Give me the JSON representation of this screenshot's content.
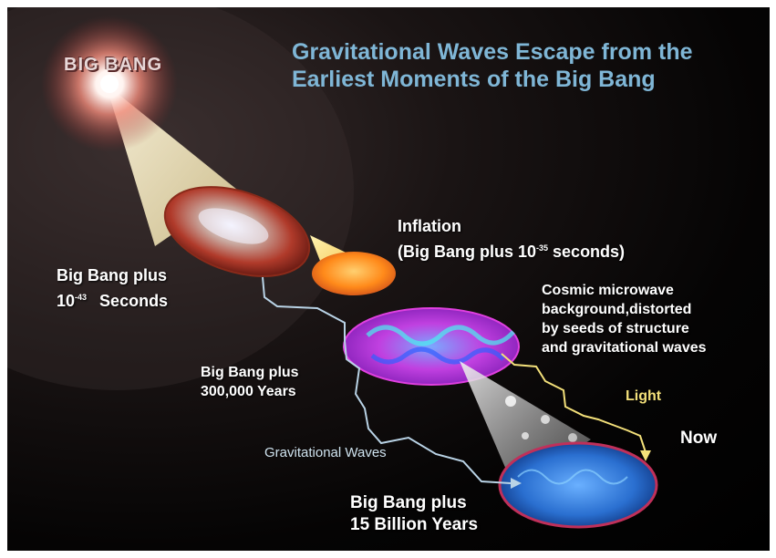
{
  "title_line1": "Gravitational Waves Escape from the",
  "title_line2": "Earliest Moments of the Big Bang",
  "big_bang": "BIG BANG",
  "inflation_line1": "Inflation",
  "inflation_line2_prefix": "(Big Bang plus 10",
  "inflation_exp": "-35",
  "inflation_line2_suffix": " seconds)",
  "early_line1": "Big Bang plus",
  "early_line2_prefix": "10",
  "early_exp": "-43",
  "early_line2_suffix": "Seconds",
  "cmb_lines": [
    "Cosmic microwave",
    "background,distorted",
    "by seeds of structure",
    "and gravitational waves"
  ],
  "years300k_line1": "Big Bang plus",
  "years300k_line2": "300,000 Years",
  "light": "Light",
  "now": "Now",
  "grav_waves": "Gravitational Waves",
  "billion_line1": "Big Bang plus",
  "billion_line2": "15 Billion Years",
  "colors": {
    "title": "#7fb6d6",
    "light_path": "#f3e07a",
    "wave_path": "#b9d3e6",
    "inflation_disk": "#ff8a1a",
    "cmb_disk": "#c040e0",
    "now_disk": "#2a6fd0"
  }
}
